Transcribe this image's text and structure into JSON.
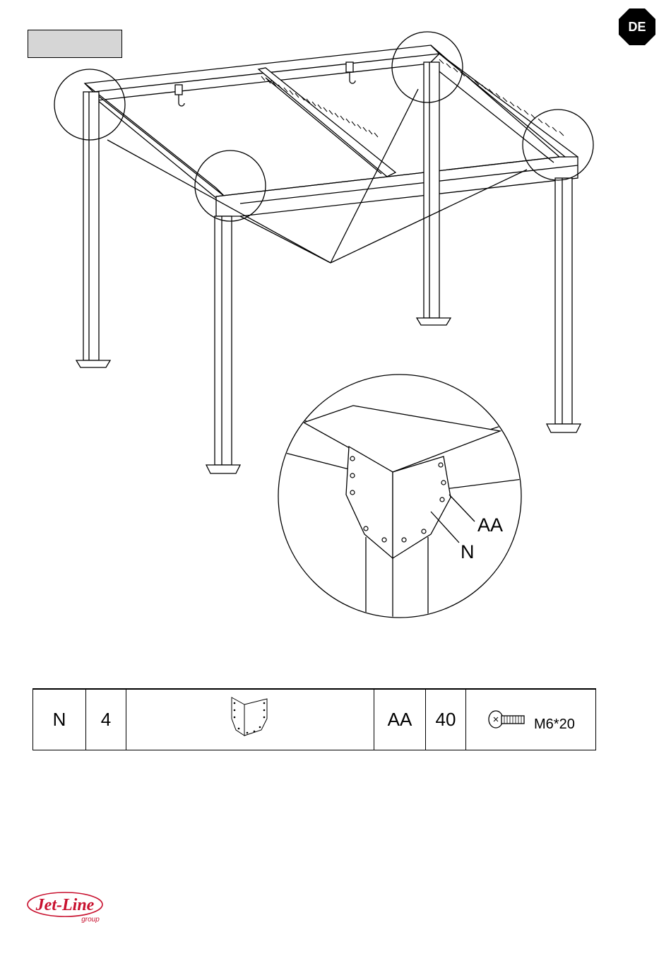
{
  "page": {
    "language_badge": "DE",
    "callouts": {
      "bolt": "AA",
      "bracket": "N"
    }
  },
  "parts_table": {
    "rows": [
      {
        "part_a_code": "N",
        "part_a_qty": "4",
        "part_b_code": "AA",
        "part_b_qty": "40",
        "part_b_size": "M6*20"
      }
    ]
  },
  "logo": {
    "brand": "Jet-Line",
    "sub": "group",
    "color": "#c8102e"
  },
  "colors": {
    "badge_bg": "#000000",
    "step_box_bg": "#d6d6d6",
    "line": "#000000"
  }
}
